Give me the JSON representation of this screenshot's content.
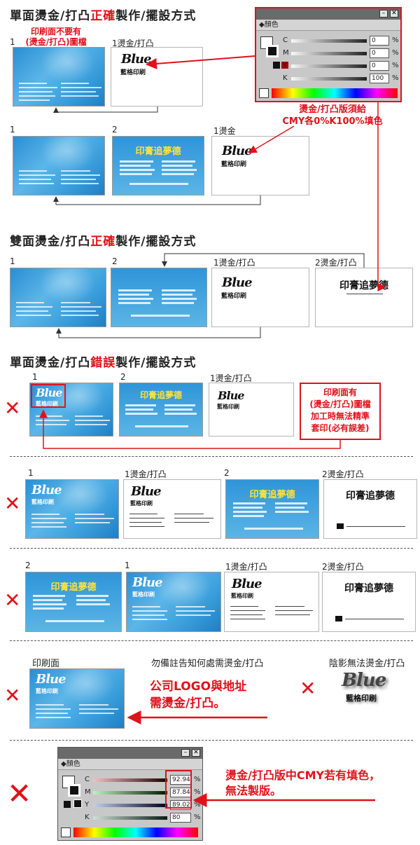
{
  "section1": {
    "title_pre": "單面燙金/打凸",
    "title_hl": "正確",
    "title_post": "製作/擺設方式",
    "note_line1": "印刷面不要有",
    "note_line2": "(燙金/打凸)圖檔",
    "label_front": "1",
    "label_foil": "1燙金/打凸",
    "label_1": "1",
    "label_2": "2",
    "label_1foil": "1燙金"
  },
  "color_panel": {
    "tab": "◆顏色",
    "channels": [
      {
        "letter": "C",
        "value": "0",
        "unit": "%"
      },
      {
        "letter": "M",
        "value": "0",
        "unit": "%"
      },
      {
        "letter": "Y",
        "value": "0",
        "unit": "%"
      },
      {
        "letter": "K",
        "value": "100",
        "unit": "%"
      }
    ],
    "note_line1": "燙金/打凸版須給",
    "note_line2": "CMY各0%K100%填色"
  },
  "section2": {
    "title_pre": "雙面燙金/打凸",
    "title_hl": "正確",
    "title_post": "製作/擺設方式",
    "label_1": "1",
    "label_2": "2",
    "label_1foil": "1燙金/打凸",
    "label_2foil": "2燙金/打凸"
  },
  "section3": {
    "title_pre": "單面燙金/打凸",
    "title_hl": "錯誤",
    "title_post": "製作/擺設方式",
    "label_1": "1",
    "label_2": "2",
    "label_1foil": "1燙金/打凸",
    "note_line1": "印刷面有",
    "note_line2": "(燙金/打凸)圖檔",
    "note_line3": "加工時無法精準",
    "note_line4": "套印(必有誤差)"
  },
  "section4": {
    "label_1": "1",
    "label_1foil": "1燙金/打凸",
    "label_2": "2",
    "label_2foil": "2燙金/打凸"
  },
  "section5": {
    "label_2": "2",
    "label_1": "1",
    "label_1foil": "1燙金/打凸",
    "label_2foil": "2燙金/打凸"
  },
  "section6": {
    "label_print": "印刷面",
    "label_mid": "勿備註告知何處需燙金/打凸",
    "label_right": "陰影無法燙金/打凸",
    "note_line1": "公司LOGO與地址",
    "note_line2": "需燙金/打凸。"
  },
  "section7": {
    "tab": "◆顏色",
    "channels": [
      {
        "letter": "C",
        "value": "92.94",
        "unit": "%"
      },
      {
        "letter": "M",
        "value": "87.84",
        "unit": "%"
      },
      {
        "letter": "Y",
        "value": "89.02",
        "unit": "%"
      },
      {
        "letter": "K",
        "value": "80",
        "unit": "%"
      }
    ],
    "note_line1": "燙金/打凸版中CMY若有填色，",
    "note_line2": "無法製版。"
  },
  "logo": {
    "word": "Blue",
    "sub": "藍格印刷"
  },
  "slogan": "印膏追夢德",
  "wrong_mark": "✕",
  "colors": {
    "accent_red": "#e0111b",
    "card_blue": "#3b9fdc"
  }
}
